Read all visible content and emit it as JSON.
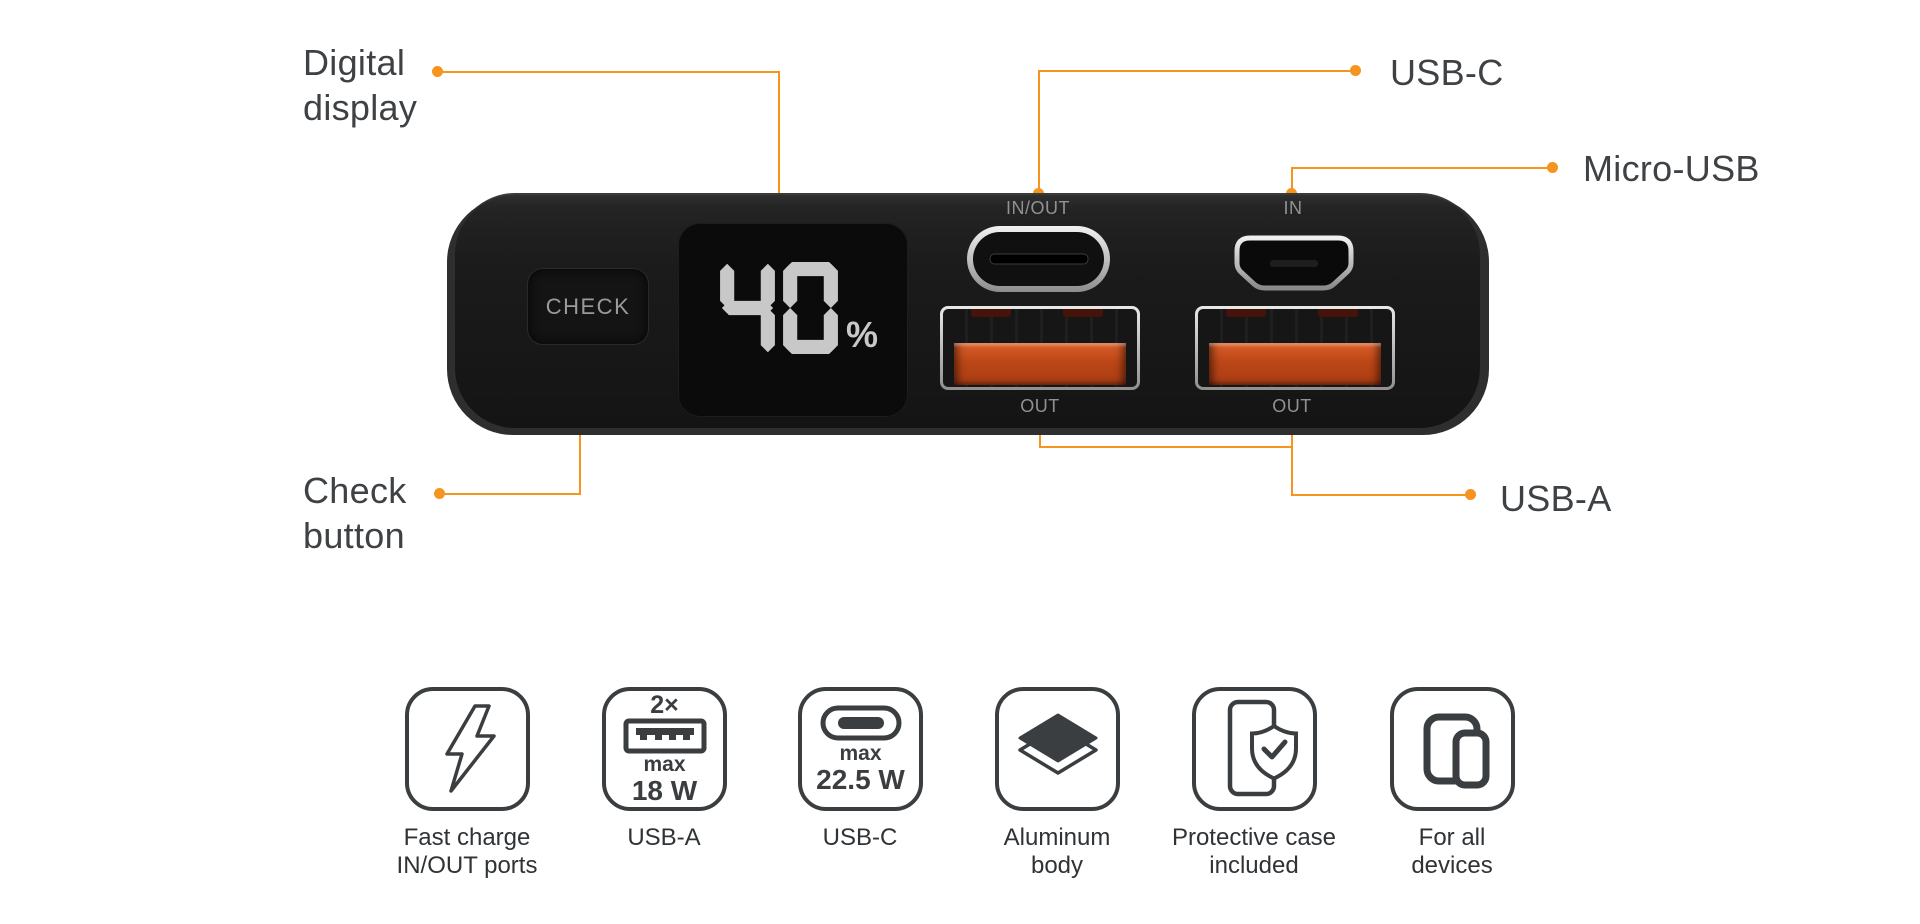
{
  "colors": {
    "accent": "#F5941F",
    "body_black": "#1b1b1b",
    "tongue_orange": "#C3491B",
    "segment_gray": "#c8c8c8",
    "icon_stroke": "#3b3e40"
  },
  "callouts": {
    "digital_display": {
      "lines": [
        "Digital",
        "display"
      ]
    },
    "usb_c": {
      "label": "USB-C"
    },
    "micro_usb": {
      "label": "Micro-USB"
    },
    "check_button": {
      "lines": [
        "Check",
        "button"
      ]
    },
    "usb_a": {
      "label": "USB-A"
    }
  },
  "device": {
    "check_button_label": "CHECK",
    "display": {
      "value": "40",
      "unit": "%"
    },
    "port_labels": {
      "usb_c": "IN/OUT",
      "micro_usb": "IN",
      "usb_a_left": "OUT",
      "usb_a_right": "OUT"
    }
  },
  "features": [
    {
      "caption_lines": [
        "Fast charge",
        "IN/OUT ports"
      ]
    },
    {
      "top_label": "2×",
      "spec_label": "max",
      "spec_value": "18 W",
      "caption_lines": [
        "USB-A"
      ]
    },
    {
      "spec_label": "max",
      "spec_value": "22.5 W",
      "caption_lines": [
        "USB-C"
      ]
    },
    {
      "caption_lines": [
        "Aluminum",
        "body"
      ]
    },
    {
      "caption_lines": [
        "Protective case",
        "included"
      ]
    },
    {
      "caption_lines": [
        "For all",
        "devices"
      ]
    }
  ]
}
